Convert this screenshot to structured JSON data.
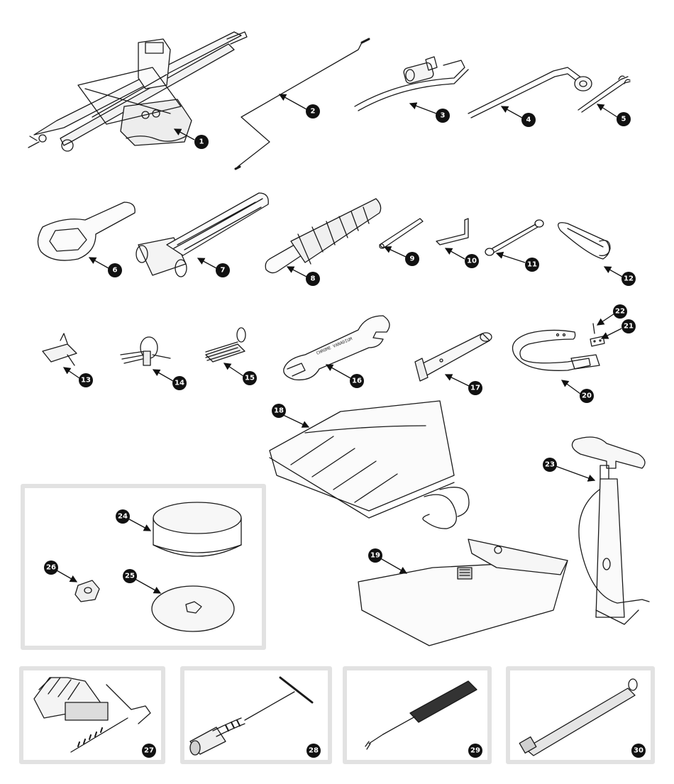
{
  "diagram": {
    "callouts": [
      {
        "id": "callout-1",
        "label": "1",
        "part": "scissor-jack"
      },
      {
        "id": "callout-2",
        "label": "2",
        "part": "jack-crank-handle"
      },
      {
        "id": "callout-3",
        "label": "3",
        "part": "wheel-brace"
      },
      {
        "id": "callout-4",
        "label": "4",
        "part": "wheelnut-spanner"
      },
      {
        "id": "callout-5",
        "label": "5",
        "part": "tommy-bars"
      },
      {
        "id": "callout-6",
        "label": "6",
        "part": "hub-nut-spanner"
      },
      {
        "id": "callout-7",
        "label": "7",
        "part": "hammer"
      },
      {
        "id": "callout-8",
        "label": "8",
        "part": "wire-brush"
      },
      {
        "id": "callout-9",
        "label": "9",
        "part": "tommy-bar"
      },
      {
        "id": "callout-10",
        "label": "10",
        "part": "angle-key"
      },
      {
        "id": "callout-11",
        "label": "11",
        "part": "ring-spanner"
      },
      {
        "id": "callout-12",
        "label": "12",
        "part": "tow-loop"
      },
      {
        "id": "callout-13",
        "label": "13",
        "part": "valve-tool"
      },
      {
        "id": "callout-14",
        "label": "14",
        "part": "key-ring-tools"
      },
      {
        "id": "callout-15",
        "label": "15",
        "part": "feeler-gauge"
      },
      {
        "id": "callout-16",
        "label": "16",
        "part": "open-end-spanner"
      },
      {
        "id": "callout-17",
        "label": "17",
        "part": "box-spanner"
      },
      {
        "id": "callout-18",
        "label": "18",
        "part": "tool-roll"
      },
      {
        "id": "callout-19",
        "label": "19",
        "part": "tool-pouch"
      },
      {
        "id": "callout-20",
        "label": "20",
        "part": "strap"
      },
      {
        "id": "callout-21",
        "label": "21",
        "part": "clip-plate"
      },
      {
        "id": "callout-22",
        "label": "22",
        "part": "screw"
      },
      {
        "id": "callout-23",
        "label": "23",
        "part": "tyre-pump"
      },
      {
        "id": "callout-24",
        "label": "24",
        "part": "rubber-block"
      },
      {
        "id": "callout-25",
        "label": "25",
        "part": "washer-plate"
      },
      {
        "id": "callout-26",
        "label": "26",
        "part": "nyloc-nut"
      },
      {
        "id": "callout-27",
        "label": "27",
        "part": "gap-gauge-brush"
      },
      {
        "id": "callout-28",
        "label": "28",
        "part": "spark-plug-wrench"
      },
      {
        "id": "callout-29",
        "label": "29",
        "part": "test-probe"
      },
      {
        "id": "callout-30",
        "label": "30",
        "part": "tyre-pressure-gauge"
      }
    ],
    "stamp_text": "CHROME VANADIUM",
    "colors": {
      "line": "#1a1a1a",
      "badge": "#111111",
      "panel_border": "#e2e2e2"
    }
  }
}
